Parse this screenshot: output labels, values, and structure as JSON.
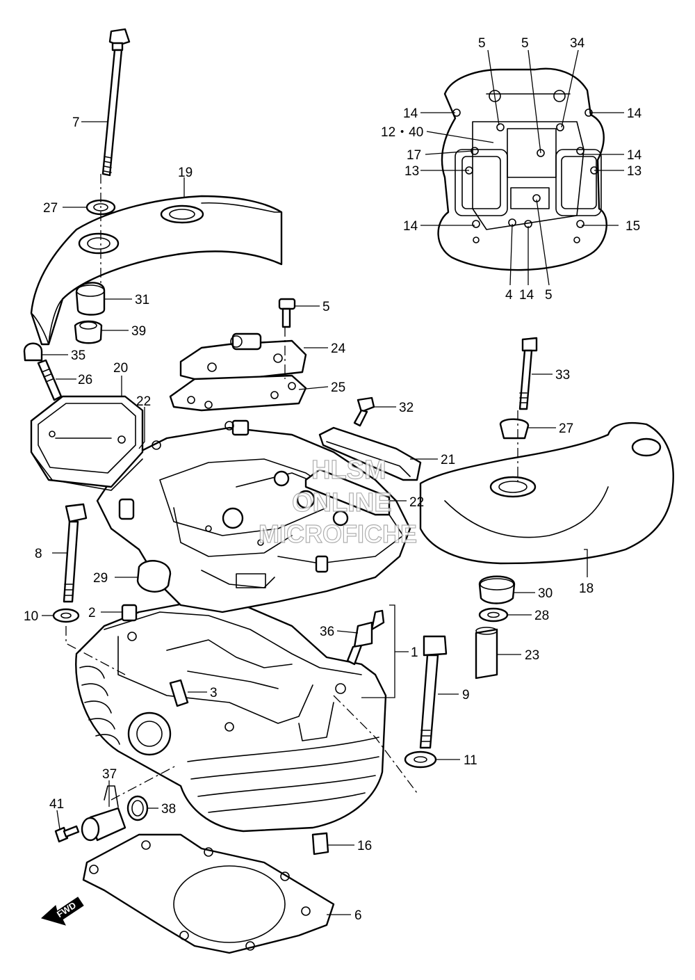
{
  "watermark": {
    "line1": "HLSM",
    "line2": "ONLINE",
    "line3": "MICROFICHE"
  },
  "forward_marker": "FWD",
  "callouts": [
    {
      "id": "c-5a",
      "label": "5"
    },
    {
      "id": "c-5b",
      "label": "5"
    },
    {
      "id": "c-34",
      "label": "34"
    },
    {
      "id": "c-14a",
      "label": "14"
    },
    {
      "id": "c-14b",
      "label": "14"
    },
    {
      "id": "c-12-40",
      "label": "12・40"
    },
    {
      "id": "c-17",
      "label": "17"
    },
    {
      "id": "c-14c",
      "label": "14"
    },
    {
      "id": "c-13a",
      "label": "13"
    },
    {
      "id": "c-13b",
      "label": "13"
    },
    {
      "id": "c-14d",
      "label": "14"
    },
    {
      "id": "c-15",
      "label": "15"
    },
    {
      "id": "c-4",
      "label": "4"
    },
    {
      "id": "c-14e",
      "label": "14"
    },
    {
      "id": "c-5c",
      "label": "5"
    },
    {
      "id": "c-7",
      "label": "7"
    },
    {
      "id": "c-19",
      "label": "19"
    },
    {
      "id": "c-27a",
      "label": "27"
    },
    {
      "id": "c-31",
      "label": "31"
    },
    {
      "id": "c-39",
      "label": "39"
    },
    {
      "id": "c-5d",
      "label": "5"
    },
    {
      "id": "c-24",
      "label": "24"
    },
    {
      "id": "c-25",
      "label": "25"
    },
    {
      "id": "c-35",
      "label": "35"
    },
    {
      "id": "c-26",
      "label": "26"
    },
    {
      "id": "c-20",
      "label": "20"
    },
    {
      "id": "c-22a",
      "label": "22"
    },
    {
      "id": "c-32",
      "label": "32"
    },
    {
      "id": "c-33",
      "label": "33"
    },
    {
      "id": "c-27b",
      "label": "27"
    },
    {
      "id": "c-21",
      "label": "21"
    },
    {
      "id": "c-22b",
      "label": "22"
    },
    {
      "id": "c-8",
      "label": "8"
    },
    {
      "id": "c-29",
      "label": "29"
    },
    {
      "id": "c-18",
      "label": "18"
    },
    {
      "id": "c-30",
      "label": "30"
    },
    {
      "id": "c-10",
      "label": "10"
    },
    {
      "id": "c-2",
      "label": "2"
    },
    {
      "id": "c-28",
      "label": "28"
    },
    {
      "id": "c-36",
      "label": "36"
    },
    {
      "id": "c-1",
      "label": "1"
    },
    {
      "id": "c-23",
      "label": "23"
    },
    {
      "id": "c-3",
      "label": "3"
    },
    {
      "id": "c-9",
      "label": "9"
    },
    {
      "id": "c-11",
      "label": "11"
    },
    {
      "id": "c-37",
      "label": "37"
    },
    {
      "id": "c-41",
      "label": "41"
    },
    {
      "id": "c-38",
      "label": "38"
    },
    {
      "id": "c-16",
      "label": "16"
    },
    {
      "id": "c-6",
      "label": "6"
    }
  ]
}
